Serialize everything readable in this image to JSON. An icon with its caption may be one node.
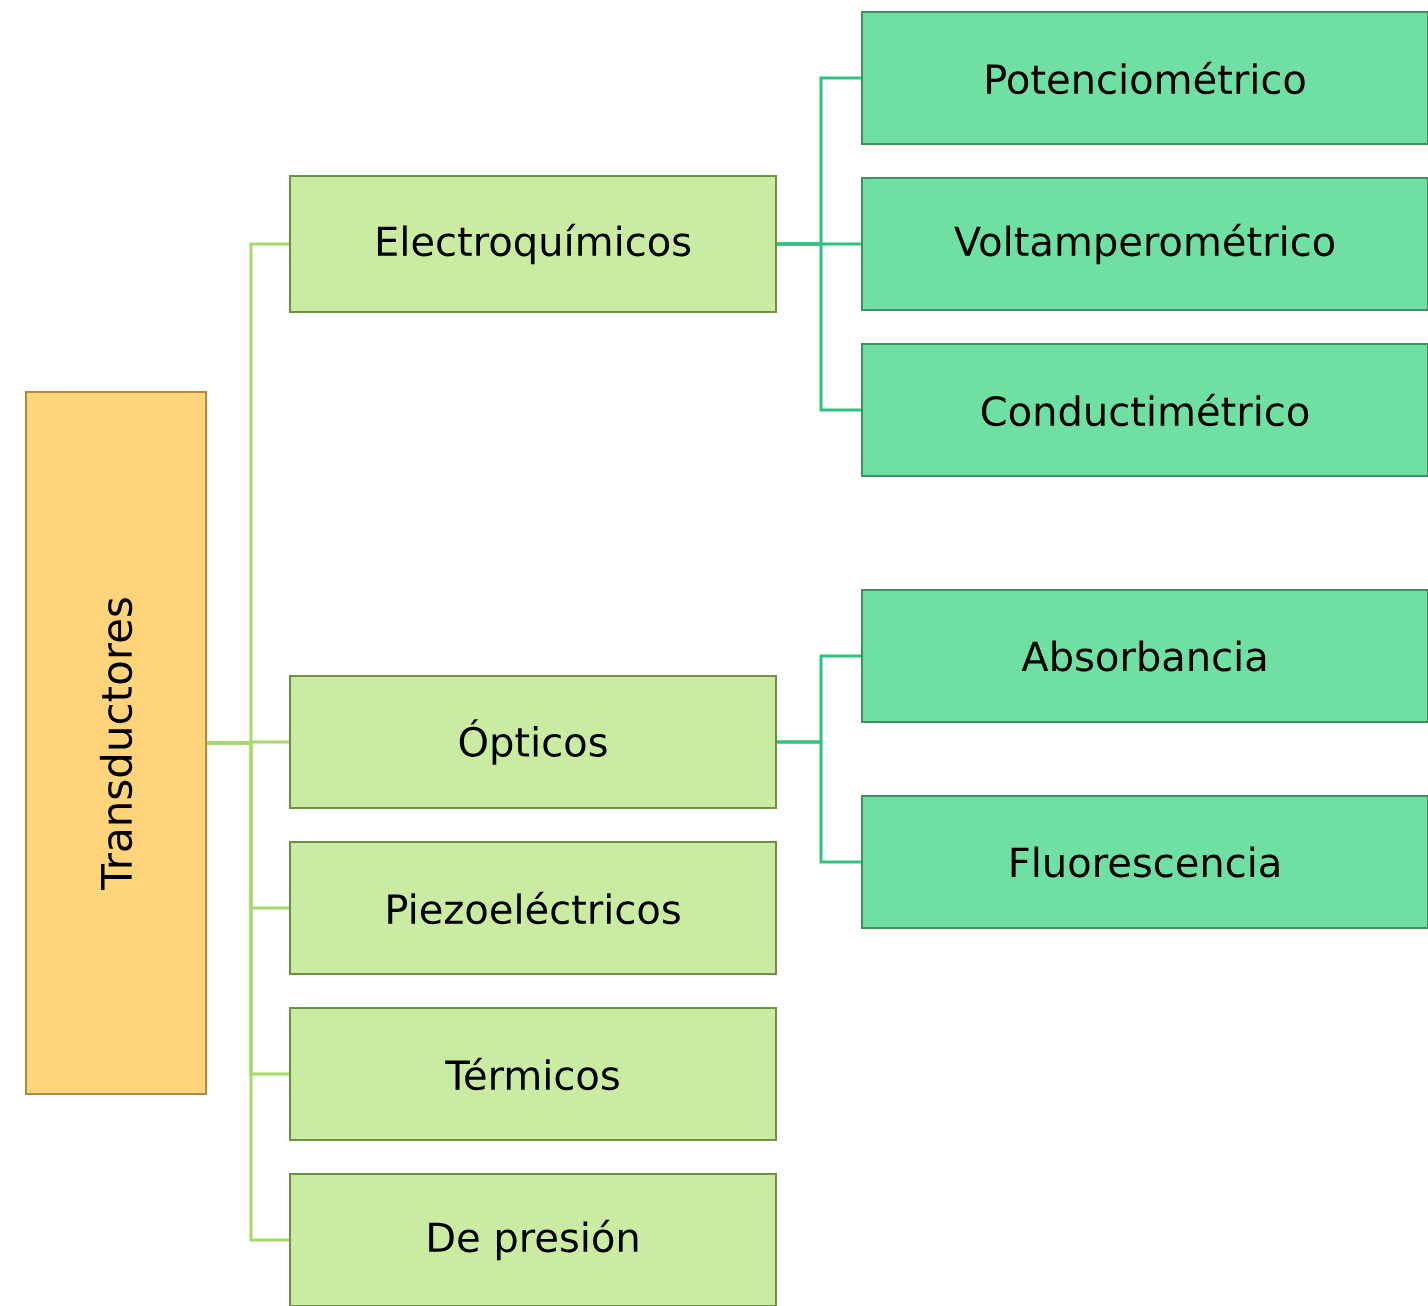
{
  "diagram": {
    "nodes": [
      {
        "text": [
          "Transductores"
        ]
      },
      {
        "text": [
          "Electroquímicos"
        ]
      },
      {
        "text": [
          "Potenciométrico"
        ]
      },
      {
        "text": [
          "Voltamperométrico"
        ]
      },
      {
        "text": [
          "Conductimétrico"
        ]
      },
      {
        "text": [
          "Ópticos"
        ]
      },
      {
        "text": [
          "Absorbancia"
        ]
      },
      {
        "text": [
          "Fluorescencia"
        ]
      },
      {
        "text": [
          "Piezoeléctricos"
        ]
      },
      {
        "text": [
          "Térmicos"
        ]
      },
      {
        "text": [
          "De presión"
        ]
      }
    ],
    "edges": [
      {
        "from": 0,
        "to": 1,
        "arrow": "none"
      },
      {
        "from": 0,
        "to": 5,
        "arrow": "none"
      },
      {
        "from": 0,
        "to": 8,
        "arrow": "none"
      },
      {
        "from": 0,
        "to": 9,
        "arrow": "none"
      },
      {
        "from": 0,
        "to": 10,
        "arrow": "none"
      },
      {
        "from": 1,
        "to": 2,
        "arrow": "none",
        "color": "#2fc47e"
      },
      {
        "from": 1,
        "to": 3,
        "arrow": "none",
        "color": "#2fc47e"
      },
      {
        "from": 1,
        "to": 4,
        "arrow": "none",
        "color": "#2fc47e"
      },
      {
        "from": 5,
        "to": 6,
        "arrow": "none",
        "color": "#2fc47e"
      },
      {
        "from": 5,
        "to": 7,
        "arrow": "none",
        "color": "#2fc47e"
      }
    ]
  }
}
